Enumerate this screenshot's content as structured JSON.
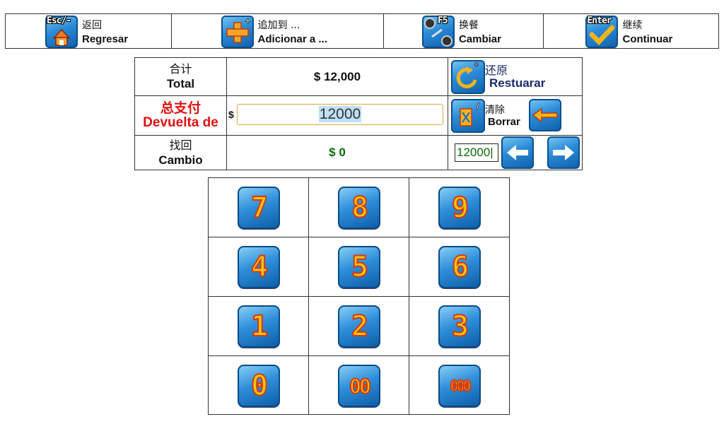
{
  "toolbar": {
    "back": {
      "key": "Esc/-",
      "zh": "返回",
      "es": "Regresar",
      "icon": "home-icon"
    },
    "add": {
      "zh": "追加到 ...",
      "es": "Adicionar a ...",
      "icon": "plus-icon"
    },
    "swap": {
      "key": "F5",
      "zh": "换餐",
      "es": "Cambiar",
      "icon": "swap-icon"
    },
    "continue": {
      "key": "Enter",
      "zh": "继续",
      "es": "Continuar",
      "icon": "checkmark-icon"
    }
  },
  "payment": {
    "total": {
      "zh": "合计",
      "es": "Total",
      "value": "$ 12,000"
    },
    "paid": {
      "zh": "总支付",
      "es": "Devuelta de",
      "currency": "$",
      "value": "12000"
    },
    "change": {
      "zh": "找回",
      "es": "Cambio",
      "value": "$ 0"
    },
    "restore": {
      "zh": "还原",
      "es": "Restuarar",
      "icon": "restore-icon"
    },
    "clear": {
      "zh": "清除",
      "es": "Borrar",
      "icon": "clear-icon"
    },
    "backspace_icon": "backspace-arrow-icon",
    "entry_value": "12000"
  },
  "keypad": {
    "keys": [
      "7",
      "8",
      "9",
      "4",
      "5",
      "6",
      "1",
      "2",
      "3",
      "0",
      "00",
      "000"
    ]
  },
  "colors": {
    "button_blue": "#2a8ad8",
    "digit_yellow": "#f3c21a",
    "digit_outline": "#d63a0a",
    "label_red": "#e01010",
    "change_green": "#0b6b0b"
  }
}
